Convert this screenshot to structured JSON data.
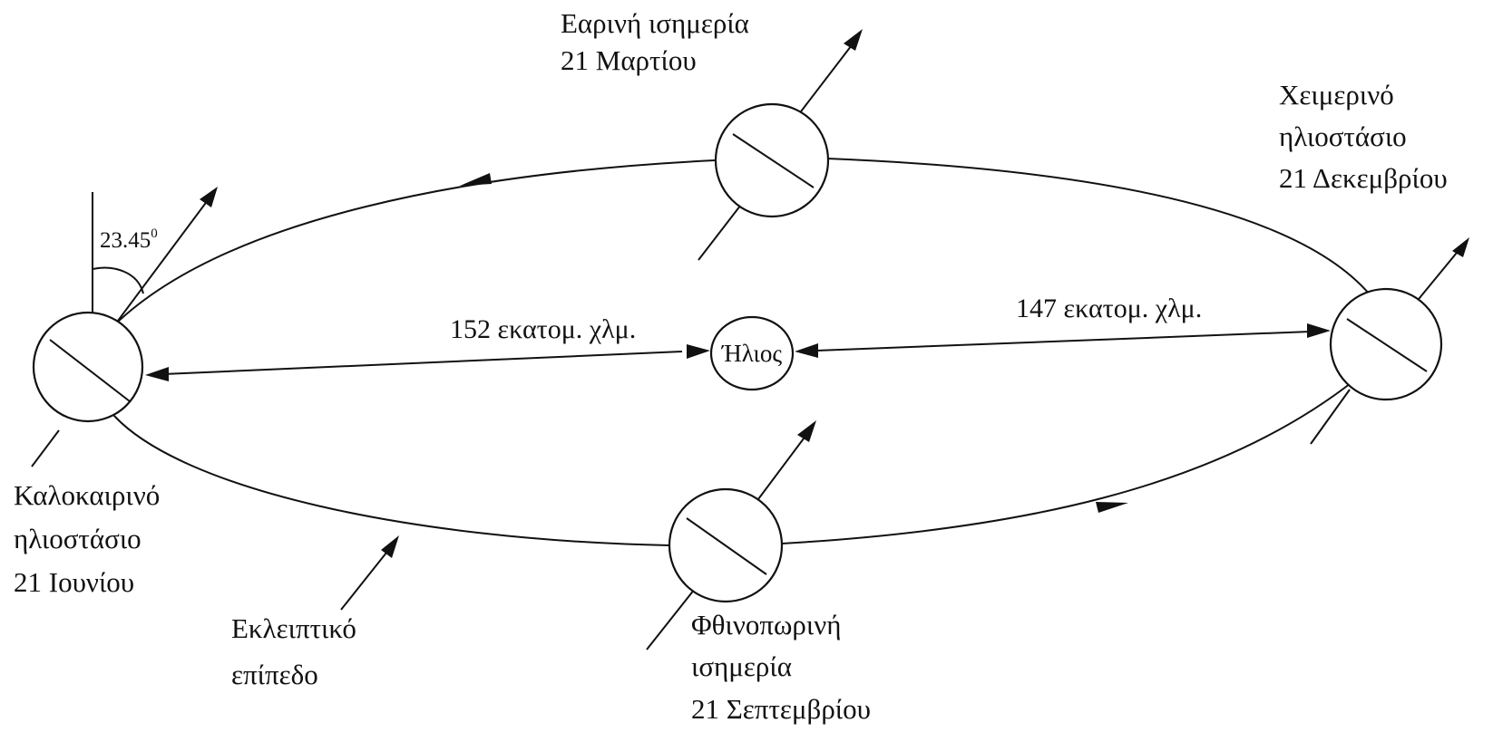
{
  "labels": {
    "spring": [
      "Εαρινή ισημερία",
      "21 Μαρτίου"
    ],
    "winter": [
      "Χειμερινό",
      "ηλιοστάσιο",
      "21 Δεκεμβρίου"
    ],
    "summer": [
      "Καλοκαιρινό",
      "ηλιοστάσιο",
      "21 Ιουνίου"
    ],
    "ecliptic": [
      "Εκλειπτικό",
      "επίπεδο"
    ],
    "autumn": [
      "Φθινοπωρινή",
      "ισημερία",
      "21 Σεπτεμβρίου"
    ],
    "sun": "Ήλιος",
    "dist_left": "152 εκατομ. χλμ.",
    "dist_right": "147 εκατομ. χλμ.",
    "tilt_value": "23.45",
    "tilt_unit": "0"
  },
  "colors": {
    "ink": "#111111",
    "background": "#ffffff"
  }
}
